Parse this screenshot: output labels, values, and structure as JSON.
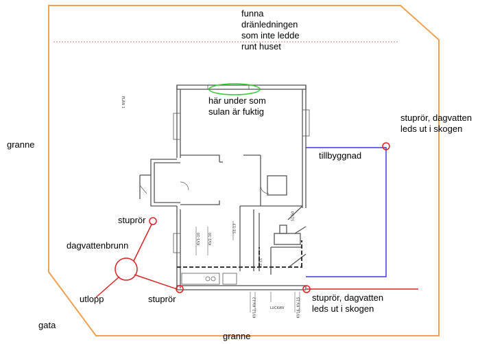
{
  "labels": {
    "note_top": "funna\ndränledningen\nsom inte ledde\nrunt huset",
    "damp_note": "här under som\nsulan är fuktig",
    "neighbor_left": "granne",
    "neighbor_bottom": "granne",
    "downpipe_right_top": "stuprör, dagvatten\nleds ut i skogen",
    "downpipe_right_bottom": "stuprör, dagvatten\nleds ut i skogen",
    "extension": "tillbyggnad",
    "downpipe_left": "stuprör",
    "storm_well": "dagvattenbrunn",
    "outlet": "utlopp",
    "downpipe_bottom": "stuprör",
    "street": "gata"
  },
  "plan_text": {
    "plan_title": "PLAN 1",
    "kv1": "KV1-10",
    "kv2": "KV2-10",
    "s1": "S1-11",
    "s2": "S1-50",
    "s3": "S1-13",
    "luckan": "LUCKAN",
    "k1": "KV12, KV-12",
    "k2": "KV16, KV-15"
  },
  "colors": {
    "plot_boundary": "#f0a050",
    "annotation_red": "#e02020",
    "extension_blue": "#3a3ad8",
    "ellipse_green": "#2ecc2e",
    "plan_lines": "#555555",
    "dashed_line": "#e07070"
  }
}
